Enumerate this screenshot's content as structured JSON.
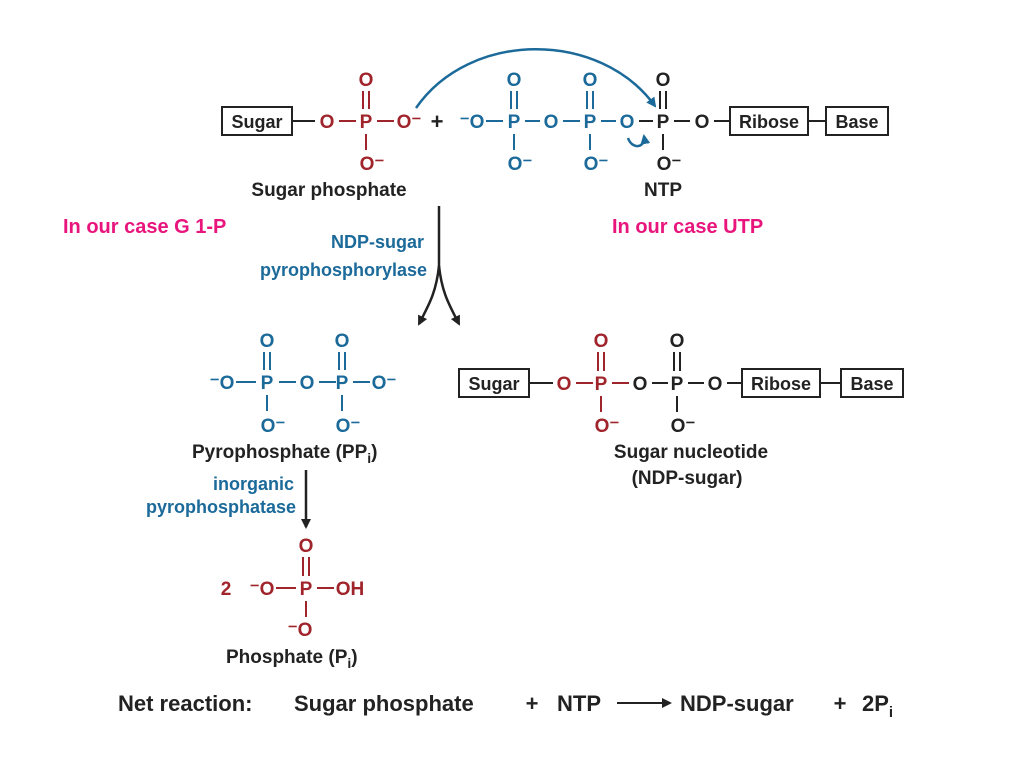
{
  "annotations": {
    "left_note": "In our case  G 1-P",
    "right_note": "In our case UTP"
  },
  "enzymes": {
    "ndp_sugar_line1": "NDP-sugar",
    "ndp_sugar_line2": "pyrophosphorylase",
    "inorganic_line1": "inorganic",
    "inorganic_line2": "pyrophosphatase"
  },
  "labels": {
    "sugar_phosphate": "Sugar phosphate",
    "ntp": "NTP",
    "pyrophosphate": "Pyrophosphate (PP",
    "pyrophosphate_sub": "i",
    "pyrophosphate_close": ")",
    "sugar_nucleotide_line1": "Sugar  nucleotide",
    "sugar_nucleotide_line2": "(NDP-sugar)",
    "phosphate": "Phosphate (P",
    "phosphate_sub": "i",
    "phosphate_close": ")"
  },
  "boxes": {
    "sugar": "Sugar",
    "ribose": "Ribose",
    "base": "Base"
  },
  "atoms": {
    "o": "O",
    "p": "P",
    "o_minus": "O⁻",
    "minus_o": "⁻O",
    "oh": "OH",
    "plus": "+",
    "coefficient": "2"
  },
  "net_reaction": {
    "prefix": "Net  reaction:",
    "reactant1": "Sugar phosphate",
    "plus1": "+",
    "reactant2": "NTP",
    "product1": "NDP-sugar",
    "plus2": "+",
    "product2": "2P",
    "product2_sub": "i"
  },
  "colors": {
    "sugar_phosphate_red": "#a0242b",
    "pyrophosphate_blue": "#1b6a9a",
    "nucleotide_black": "#222222",
    "annotation_pink": "#e8157d"
  }
}
